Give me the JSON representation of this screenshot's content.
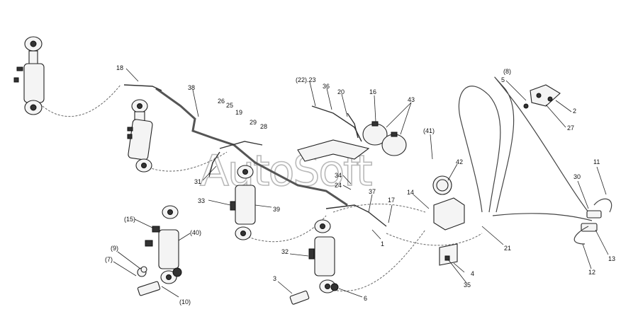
{
  "watermark": "AutoSoft",
  "callouts": {
    "c18": "18",
    "c38": "38",
    "c26": "26",
    "c25": "25",
    "c19": "19",
    "c29": "29",
    "c28": "28",
    "c22_23": "(22).23",
    "c36": "36",
    "c20": "20",
    "c16": "16",
    "c43": "43",
    "c41": "(41)",
    "c42": "42",
    "c8": "(8)",
    "c5": "5",
    "c2": "2",
    "c27": "27",
    "c11": "11",
    "c30": "30",
    "c13": "13",
    "c12": "12",
    "c31": "31",
    "c34": "34",
    "c24": "24",
    "c37": "37",
    "c17": "17",
    "c14": "14",
    "c21": "21",
    "c33": "33",
    "c39": "39",
    "c15": "(15)",
    "c40": "(40)",
    "c9": "(9)",
    "c7": "(7)",
    "c10": "(10)",
    "c32": "32",
    "c1": "1",
    "c3": "3",
    "c6": "6",
    "c4": "4",
    "c35": "35"
  }
}
